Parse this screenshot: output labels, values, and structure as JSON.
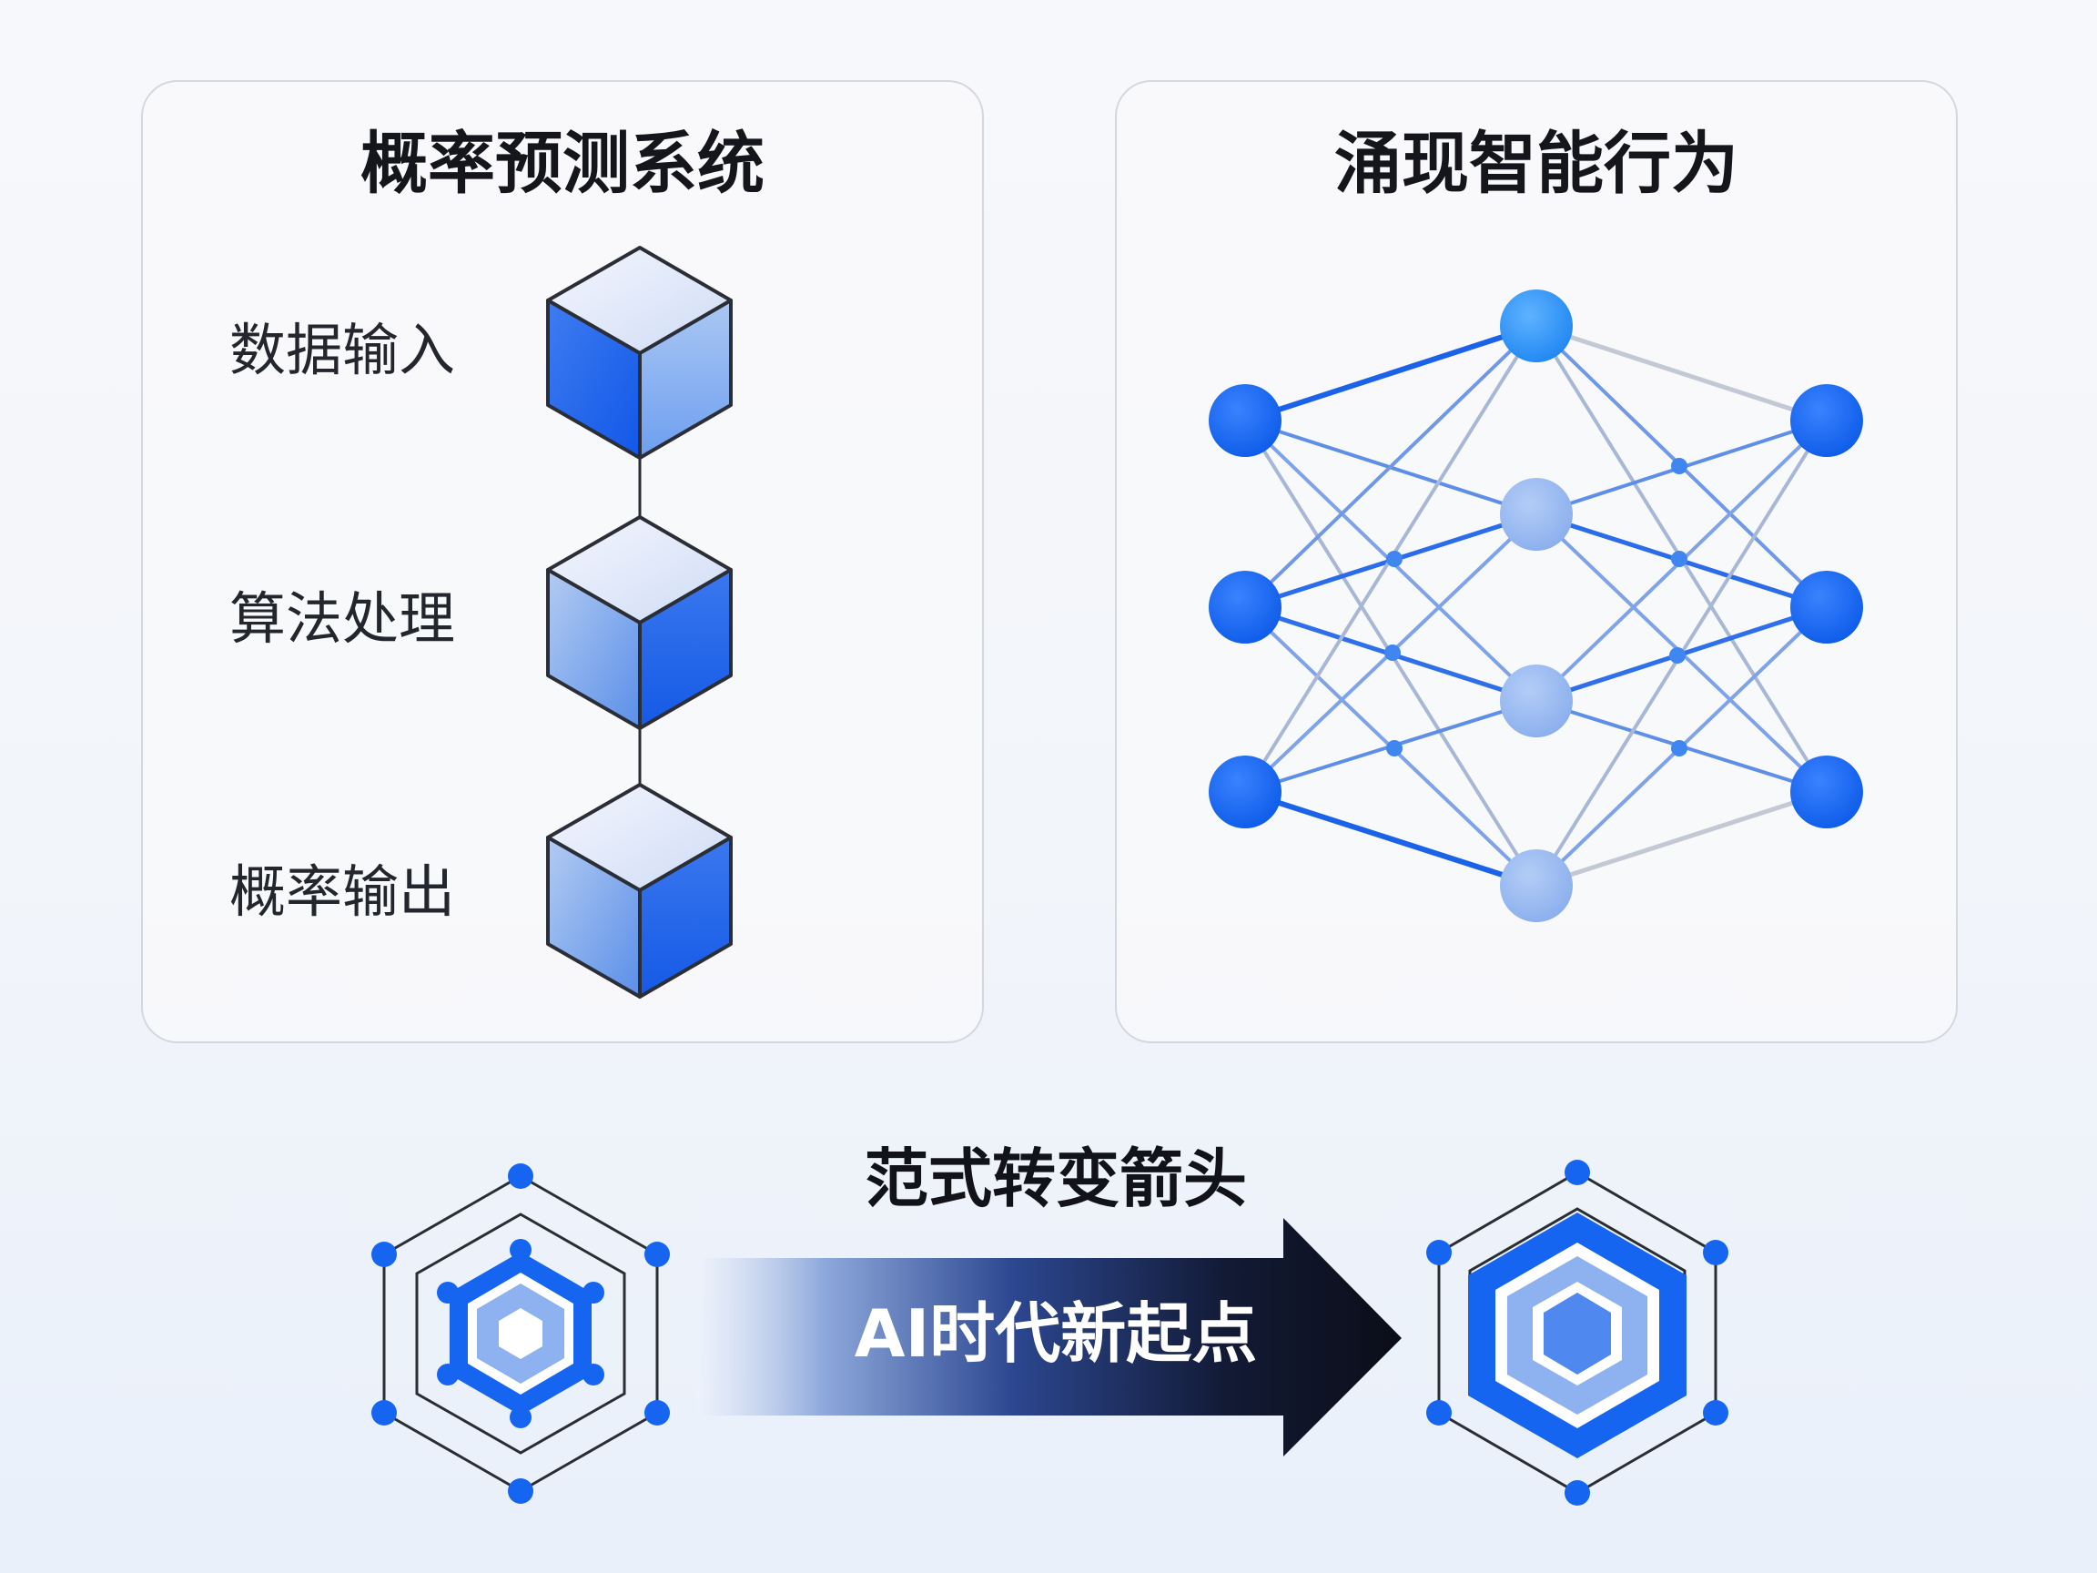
{
  "left_panel": {
    "title": "概率预测系统",
    "stages": [
      {
        "label": "数据输入"
      },
      {
        "label": "算法处理"
      },
      {
        "label": "概率输出"
      }
    ]
  },
  "right_panel": {
    "title": "涌现智能行为",
    "node_icon": "neural-network-node"
  },
  "transition": {
    "caption": "范式转变箭头",
    "arrow_label": "AI时代新起点",
    "from_icon": "hexagon-network-icon",
    "to_icon": "hexagon-network-icon"
  },
  "colors": {
    "primary_blue": "#1565f0",
    "light_blue": "#8db2ee",
    "arrow_dark": "#0d1220",
    "panel_border": "#d3d7df"
  }
}
